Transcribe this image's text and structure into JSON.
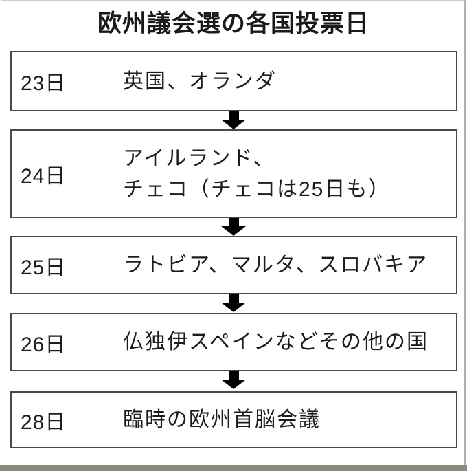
{
  "title": "欧州議会選の各国投票日",
  "rows": [
    {
      "date": "23日",
      "lines": [
        "英国、オランダ"
      ]
    },
    {
      "date": "24日",
      "lines": [
        "アイルランド、",
        "チェコ（チェコは25日も）"
      ]
    },
    {
      "date": "25日",
      "lines": [
        "ラトビア、マルタ、スロバキア"
      ]
    },
    {
      "date": "26日",
      "lines": [
        "仏独伊スペインなどその他の国"
      ]
    },
    {
      "date": "28日",
      "lines": [
        "臨時の欧州首脳会議"
      ]
    }
  ],
  "icons": {
    "between_steps": "down-arrow"
  },
  "colors": {
    "text": "#1c1c1c",
    "box_border": "#4a4a4a",
    "arrow": "#000000",
    "bottom_bar": "#8d8882",
    "frame_line": "#b3aea9",
    "background": "#ffffff"
  }
}
